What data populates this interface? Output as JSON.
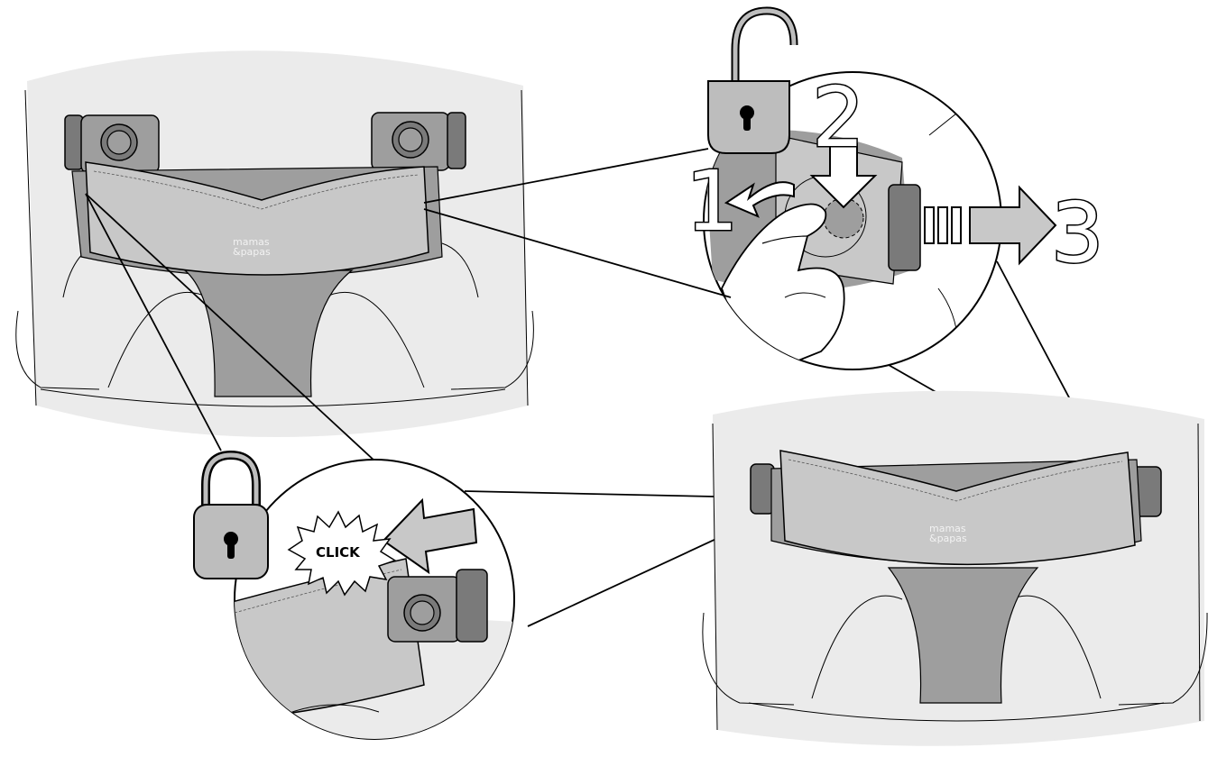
{
  "instruction": {
    "brand_text_line1": "mamas",
    "brand_text_line2": "&papas",
    "click_label": "CLICK",
    "steps": [
      {
        "label": "1",
        "action": "rotate-counterclockwise"
      },
      {
        "label": "2",
        "action": "press-down"
      },
      {
        "label": "3",
        "action": "pull-out-right"
      }
    ],
    "icons": [
      "padlock-locked-icon",
      "padlock-unlocked-icon",
      "hand-icon",
      "click-burst-icon",
      "push-arrow-icon"
    ]
  },
  "colors": {
    "background": "#ffffff",
    "panel": "#ebebeb",
    "fabric_light": "#c8c8c8",
    "fabric_mid": "#9e9e9e",
    "fabric_dark": "#7a7a7a",
    "outline": "#000000"
  }
}
